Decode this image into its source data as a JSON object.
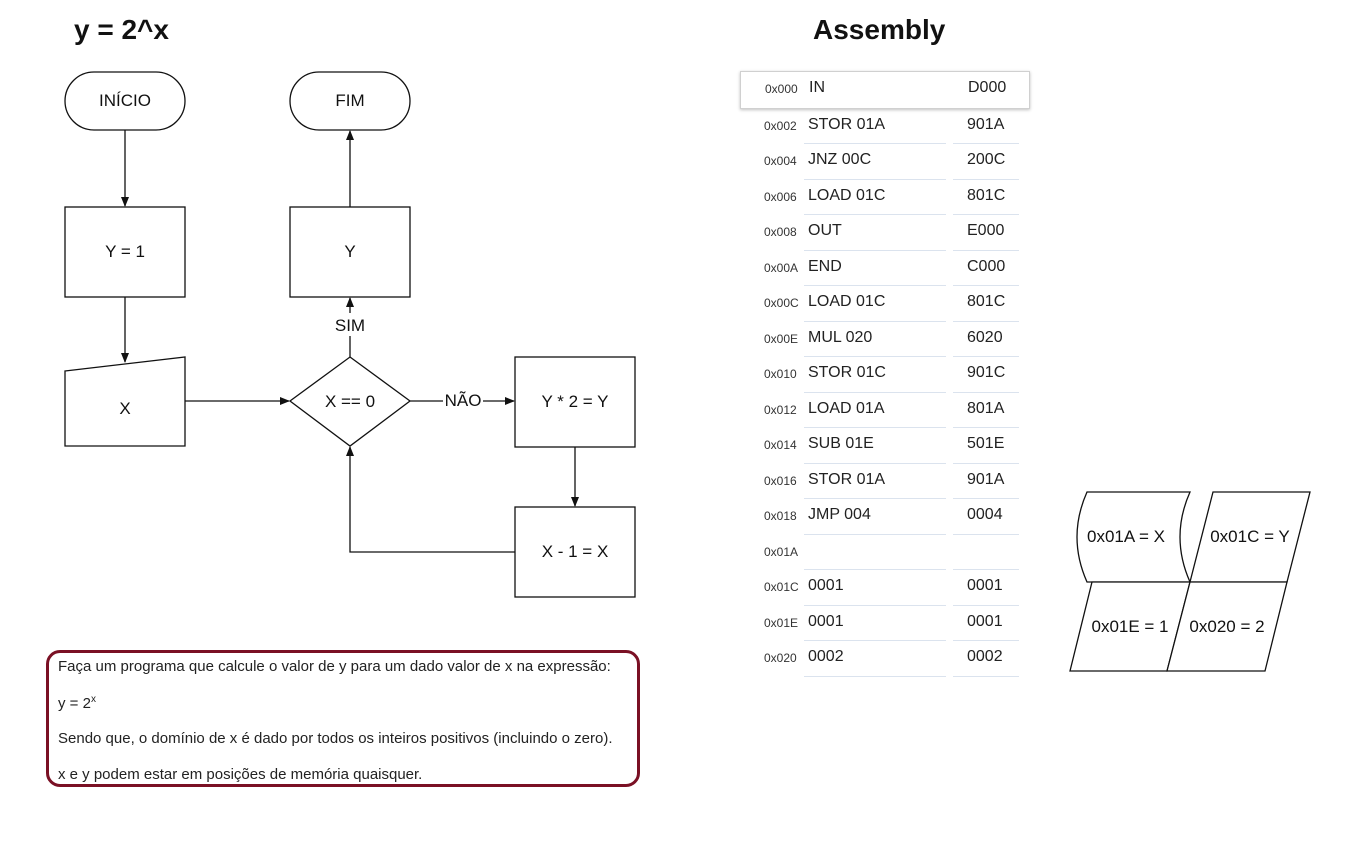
{
  "flowchart": {
    "title": "y = 2^x",
    "start_label": "INÍCIO",
    "end_label": "FIM",
    "init_label": "Y = 1",
    "input_label": "X",
    "output_label": "Y",
    "decision_label": "X == 0",
    "yes_label": "SIM",
    "no_label": "NÃO",
    "multiply_label": "Y * 2 = Y",
    "decrement_label": "X - 1 = X"
  },
  "assembly": {
    "title": "Assembly",
    "rows": [
      {
        "addr": "0x000",
        "instr": "IN",
        "hex": "D000"
      },
      {
        "addr": "0x002",
        "instr": "STOR 01A",
        "hex": "901A"
      },
      {
        "addr": "0x004",
        "instr": "JNZ 00C",
        "hex": "200C"
      },
      {
        "addr": "0x006",
        "instr": "LOAD 01C",
        "hex": "801C"
      },
      {
        "addr": "0x008",
        "instr": "OUT",
        "hex": "E000"
      },
      {
        "addr": "0x00A",
        "instr": "END",
        "hex": "C000"
      },
      {
        "addr": "0x00C",
        "instr": "LOAD 01C",
        "hex": "801C"
      },
      {
        "addr": "0x00E",
        "instr": "MUL 020",
        "hex": "6020"
      },
      {
        "addr": "0x010",
        "instr": "STOR 01C",
        "hex": "901C"
      },
      {
        "addr": "0x012",
        "instr": "LOAD 01A",
        "hex": "801A"
      },
      {
        "addr": "0x014",
        "instr": "SUB 01E",
        "hex": "501E"
      },
      {
        "addr": "0x016",
        "instr": "STOR 01A",
        "hex": "901A"
      },
      {
        "addr": "0x018",
        "instr": "JMP 004",
        "hex": "0004"
      },
      {
        "addr": "0x01A",
        "instr": "",
        "hex": ""
      },
      {
        "addr": "0x01C",
        "instr": "0001",
        "hex": "0001"
      },
      {
        "addr": "0x01E",
        "instr": "0001",
        "hex": "0001"
      },
      {
        "addr": "0x020",
        "instr": "0002",
        "hex": "0002"
      }
    ]
  },
  "memory": {
    "x_label": "0x01A = X",
    "y_label": "0x01C = Y",
    "one_label": "0x01E = 1",
    "two_label": "0x020 = 2"
  },
  "problem": {
    "line1": "Faça um programa que calcule o valor de y para um dado valor de x na expressão:",
    "line2_base": "y = 2",
    "line2_exp": "x",
    "line3": "Sendo que, o domínio de x é dado por todos os inteiros positivos (incluindo o zero).",
    "line4": "x e y podem estar em posições de memória quaisquer."
  },
  "colors": {
    "box_border": "#7a1024",
    "stroke": "#111111"
  }
}
